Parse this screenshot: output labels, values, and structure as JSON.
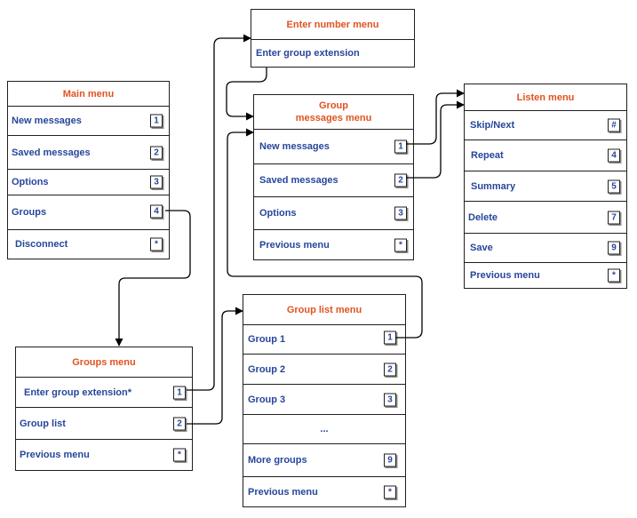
{
  "colors": {
    "title": "#e0531f",
    "label": "#27469b",
    "border": "#1f1f1f",
    "connector": "#000000"
  },
  "main_menu": {
    "title": "Main menu",
    "items": [
      {
        "label": "New messages",
        "key": "1"
      },
      {
        "label": "Saved messages",
        "key": "2"
      },
      {
        "label": "Options",
        "key": "3"
      },
      {
        "label": "Groups",
        "key": "4"
      },
      {
        "label": "Disconnect",
        "key": "*"
      }
    ]
  },
  "enter_number_menu": {
    "title": "Enter number menu",
    "items": [
      {
        "label": "Enter group extension"
      }
    ]
  },
  "group_messages_menu": {
    "title": "Group\nmessages menu",
    "items": [
      {
        "label": "New messages",
        "key": "1"
      },
      {
        "label": "Saved messages",
        "key": "2"
      },
      {
        "label": "Options",
        "key": "3"
      },
      {
        "label": "Previous menu",
        "key": "*"
      }
    ]
  },
  "listen_menu": {
    "title": "Listen menu",
    "items": [
      {
        "label": "Skip/Next",
        "key": "#"
      },
      {
        "label": "Repeat",
        "key": "4"
      },
      {
        "label": "Summary",
        "key": "5"
      },
      {
        "label": "Delete",
        "key": "7"
      },
      {
        "label": "Save",
        "key": "9"
      },
      {
        "label": "Previous menu",
        "key": "*"
      }
    ]
  },
  "groups_menu": {
    "title": "Groups menu",
    "items": [
      {
        "label": "Enter group extension*",
        "key": "1"
      },
      {
        "label": "Group list",
        "key": "2"
      },
      {
        "label": "Previous menu",
        "key": "*"
      }
    ]
  },
  "group_list_menu": {
    "title": "Group list menu",
    "items": [
      {
        "label": "Group 1",
        "key": "1"
      },
      {
        "label": "Group 2",
        "key": "2"
      },
      {
        "label": "Group 3",
        "key": "3"
      },
      {
        "label": "...",
        "key": ""
      },
      {
        "label": "More groups",
        "key": "9"
      },
      {
        "label": "Previous menu",
        "key": "*"
      }
    ]
  }
}
